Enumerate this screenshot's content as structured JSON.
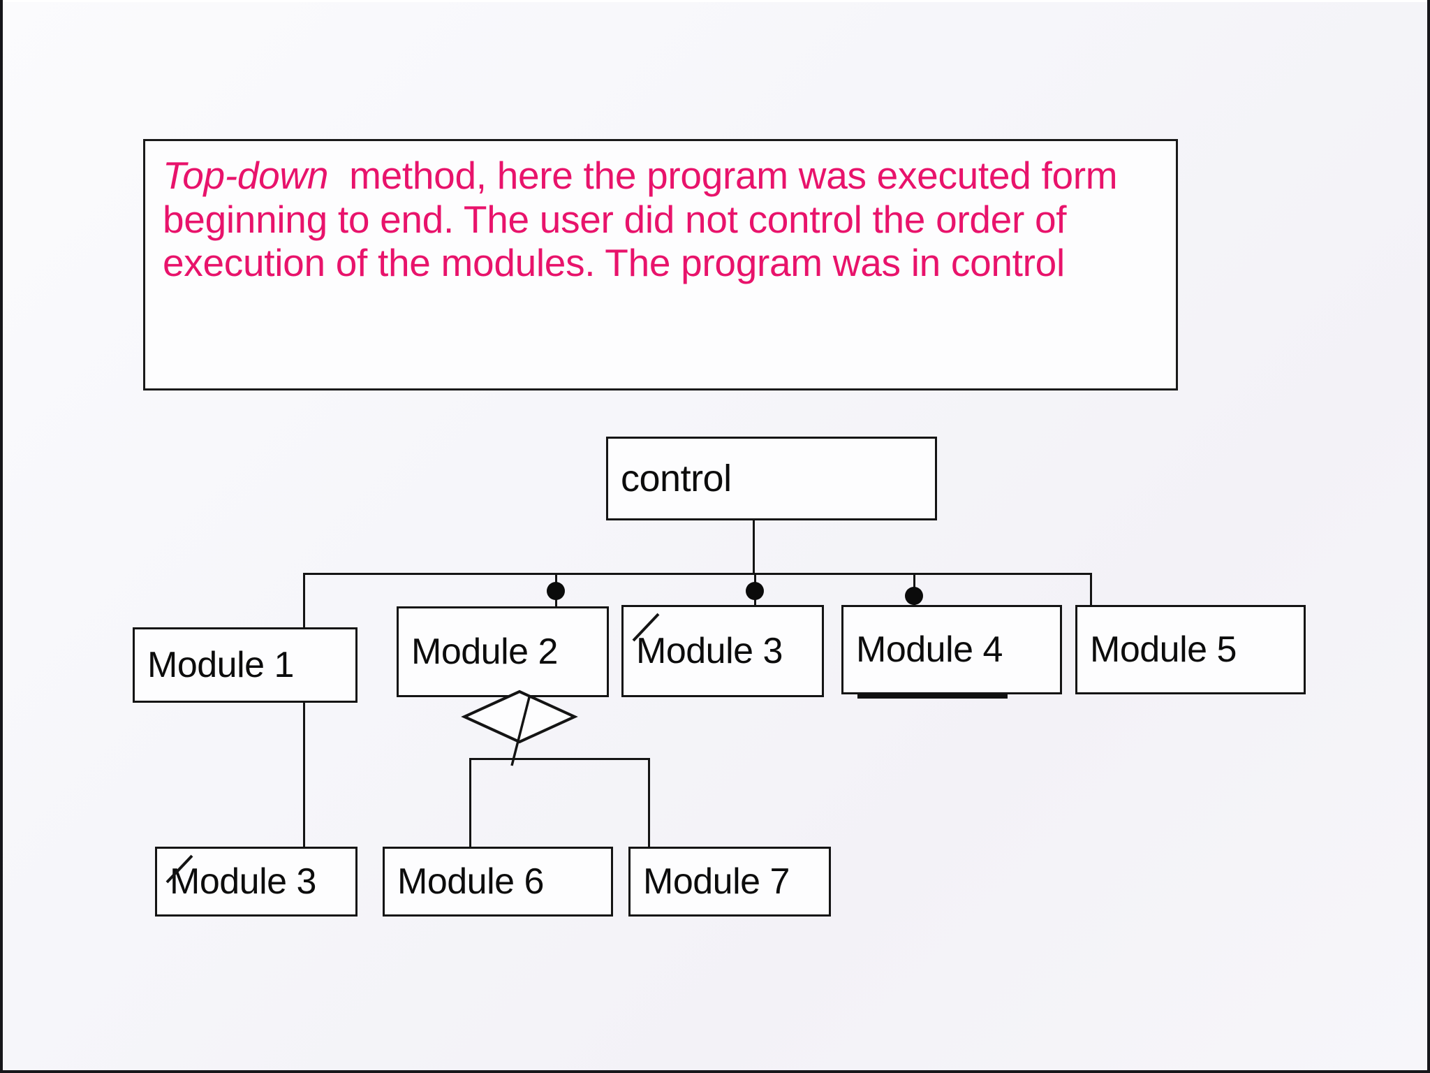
{
  "slide": {
    "background_color": "#f6f6fa",
    "frame_color": "#16161a"
  },
  "caption": {
    "accent_color": "#e8136b",
    "emphasis": "Top-down",
    "text": "  method, here the program was executed form beginning to end. The user did not control the order of execution of the modules. The program was in control"
  },
  "diagram": {
    "root": {
      "label": "control"
    },
    "nodes": [
      {
        "id": "module-1",
        "label": "Module 1",
        "tick": false,
        "underline": false
      },
      {
        "id": "module-2",
        "label": "Module 2",
        "tick": false,
        "underline": false
      },
      {
        "id": "module-3-top",
        "label": "Module 3",
        "tick": true,
        "underline": false
      },
      {
        "id": "module-4",
        "label": "Module 4",
        "tick": false,
        "underline": true
      },
      {
        "id": "module-5",
        "label": "Module 5",
        "tick": false,
        "underline": false
      },
      {
        "id": "module-3-bottom",
        "label": "Module 3",
        "tick": true,
        "underline": false
      },
      {
        "id": "module-6",
        "label": "Module 6",
        "tick": false,
        "underline": false
      },
      {
        "id": "module-7",
        "label": "Module 7",
        "tick": false,
        "underline": false
      }
    ],
    "connector_dots": 3,
    "shapes": {
      "decision": "diamond"
    },
    "line_color": "#141414"
  }
}
